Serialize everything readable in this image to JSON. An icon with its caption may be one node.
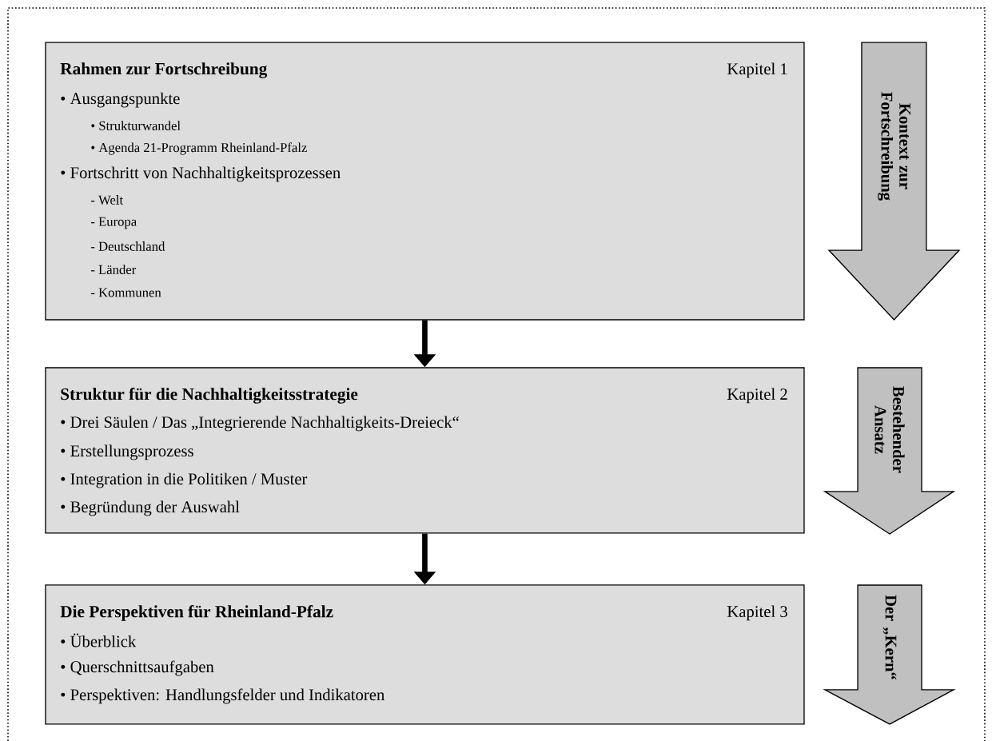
{
  "diagram": {
    "nodes": [
      {
        "text": [
          "Rahmen zur Fortschreibung",
          "Kapitel 1",
          "• Ausgangspunkte",
          "• Strukturwandel",
          "• Agenda 21-Programm Rheinland-Pfalz",
          "• Fortschritt von Nachhaltigkeitsprozessen",
          "- Welt",
          "- Europa",
          "- Deutschland",
          "- Länder",
          "- Kommunen"
        ]
      },
      {
        "text": [
          "Struktur für die Nachhaltigkeitsstrategie",
          "Kapitel 2",
          "• Drei Säulen / Das „Integrierende Nachhaltigkeits-Dreieck“",
          "• Erstellungsprozess",
          "• Integration in die Politiken / Muster",
          "• Begründung der Auswahl"
        ]
      },
      {
        "text": [
          "Die Perspektiven für Rheinland-Pfalz",
          "Kapitel 3",
          "• Überblick",
          "• Querschnittsaufgaben",
          "• Perspektiven: Handlungsfelder und Indikatoren"
        ]
      },
      {
        "text": [
          "Kontext zur Fortschreibung"
        ]
      },
      {
        "text": [
          "Bestehender Ansatz"
        ]
      },
      {
        "text": [
          "Der „Kern“"
        ]
      }
    ],
    "edges": [
      {
        "from": 0,
        "to": 1,
        "arrow": "to"
      },
      {
        "from": 1,
        "to": 2,
        "arrow": "to"
      }
    ]
  }
}
